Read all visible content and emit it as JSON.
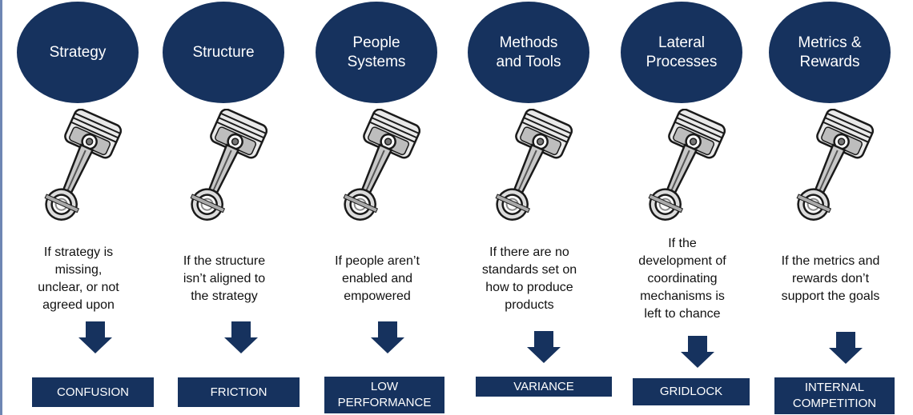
{
  "colors": {
    "navy": "#16325e",
    "border": "#6e86b3"
  },
  "icons": {
    "piston": "piston-connecting-rod-icon",
    "arrow": "down-arrow-icon"
  },
  "columns": [
    {
      "title": "Strategy",
      "description": "If strategy is\nmissing,\nunclear, or not\nagreed upon",
      "result": "CONFUSION"
    },
    {
      "title": "Structure",
      "description": "If the structure\nisn’t aligned to\nthe strategy",
      "result": "FRICTION"
    },
    {
      "title": "People\nSystems",
      "description": "If people aren’t\nenabled and\nempowered",
      "result": "LOW\nPERFORMANCE"
    },
    {
      "title": "Methods\nand Tools",
      "description": "If there are no\nstandards set on\nhow to produce\nproducts",
      "result": "VARIANCE"
    },
    {
      "title": "Lateral\nProcesses",
      "description": "If the\ndevelopment of\ncoordinating\nmechanisms is\nleft to chance",
      "result": "GRIDLOCK"
    },
    {
      "title": "Metrics &\nRewards",
      "description": "If the metrics and\nrewards don’t\nsupport the goals",
      "result": "INTERNAL\nCOMPETITION"
    }
  ]
}
